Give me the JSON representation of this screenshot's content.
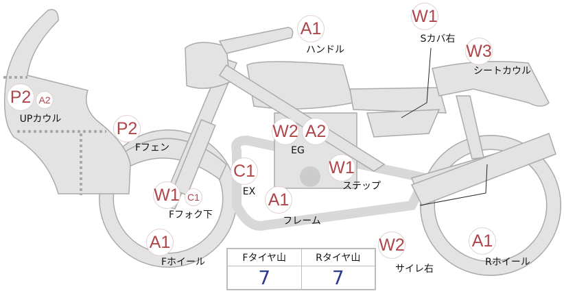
{
  "parts": [
    {
      "id": "handle",
      "label": "ハンドル",
      "badges": [
        "A1"
      ]
    },
    {
      "id": "s-cover-right",
      "label": "Sカバ右",
      "badges": [
        "W1"
      ]
    },
    {
      "id": "seat-cowl",
      "label": "シートカウル",
      "badges": [
        "W3"
      ]
    },
    {
      "id": "up-cowl",
      "label": "UPカウル",
      "badges": [
        "P2",
        "A2"
      ]
    },
    {
      "id": "f-fender",
      "label": "Fフェン",
      "badges": [
        "P2"
      ]
    },
    {
      "id": "engine",
      "label": "EG",
      "badges": [
        "W2",
        "A2"
      ]
    },
    {
      "id": "exhaust",
      "label": "EX",
      "badges": [
        "C1"
      ]
    },
    {
      "id": "step",
      "label": "ステップ",
      "badges": [
        "W1"
      ]
    },
    {
      "id": "frame",
      "label": "フレーム",
      "badges": [
        "A1"
      ]
    },
    {
      "id": "f-fork-lower",
      "label": "Fフォク下",
      "badges": [
        "W1",
        "C1"
      ]
    },
    {
      "id": "f-wheel",
      "label": "Fホイール",
      "badges": [
        "A1"
      ]
    },
    {
      "id": "silencer-right",
      "label": "サイレ右",
      "badges": [
        "W2"
      ]
    },
    {
      "id": "r-wheel",
      "label": "Rホイール",
      "badges": [
        "A1"
      ]
    }
  ],
  "tire_table": {
    "headers": [
      "Fタイヤ山",
      "Rタイヤ山"
    ],
    "values": [
      "7",
      "7"
    ]
  },
  "colors": {
    "part_fill": "#e3e3e3",
    "part_stroke": "#aaaaaa",
    "badge_text": "#b0454a",
    "value_text": "#2a3d8a"
  }
}
